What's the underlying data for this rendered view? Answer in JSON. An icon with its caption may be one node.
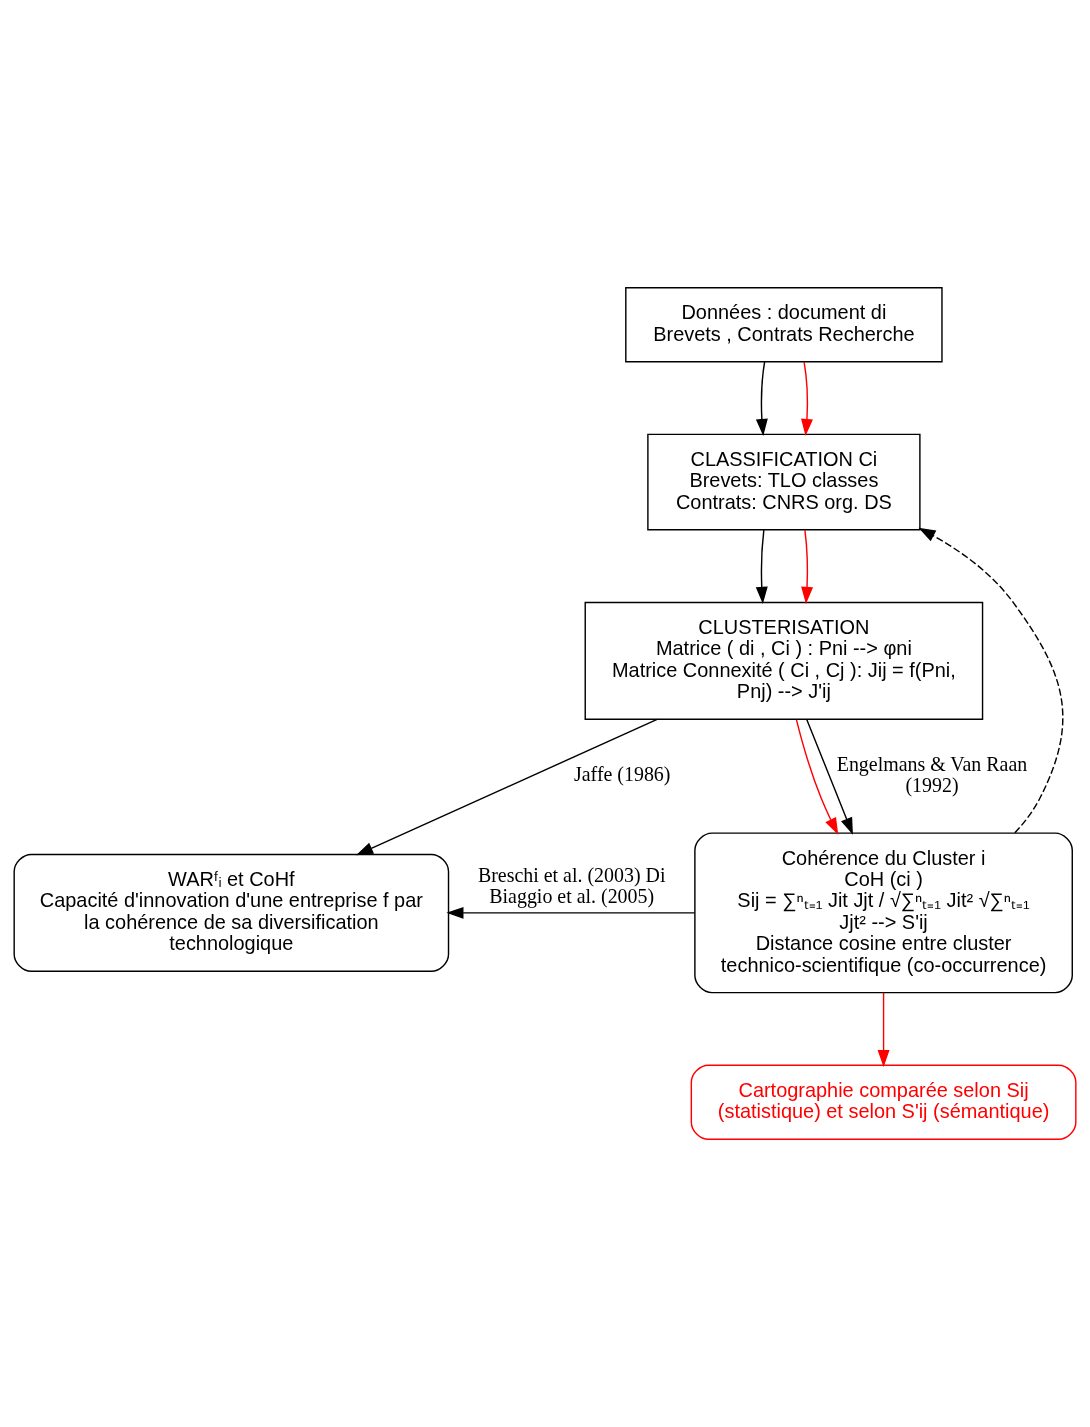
{
  "diagram": {
    "nodes": [
      {
        "text": [
          "Données : document di",
          "Brevets , Contrats Recherche"
        ]
      },
      {
        "text": [
          "CLASSIFICATION Ci",
          "Brevets: TLO classes",
          "Contrats: CNRS org. DS"
        ]
      },
      {
        "text": [
          "CLUSTERISATION",
          "Matrice ( di , Ci ) : Pni --> φni",
          "Matrice Connexité ( Ci , Cj ): Jij = f(Pni, Pnj) --> J'ij"
        ]
      },
      {
        "text": [
          "WARᶠᵢ et CoHf",
          "Capacité d'innovation d'une entreprise f par la cohérence de sa diversification technologique"
        ]
      },
      {
        "text": [
          "Cohérence du Cluster i",
          "CoH (ci )",
          "Sij = ∑ⁿₜ₌₁ Jit Jjt / √∑ⁿₜ₌₁ Jit² √∑ⁿₜ₌₁ Jjt² --> S'ij",
          "Distance cosine entre cluster technico-scientifique (co-occurrence)"
        ]
      },
      {
        "text": [
          "Cartographie comparée selon Sij (statistique) et selon S'ij (sémantique)"
        ]
      }
    ],
    "edges": [
      {
        "from": 0,
        "to": 1,
        "arrow": "to"
      },
      {
        "from": 0,
        "to": 1,
        "arrow": "to",
        "color": "#ff0000"
      },
      {
        "from": 1,
        "to": 2,
        "arrow": "to"
      },
      {
        "from": 1,
        "to": 2,
        "arrow": "to",
        "color": "#ff0000"
      },
      {
        "from": 2,
        "to": 3,
        "arrow": "to",
        "label": "Jaffe (1986)"
      },
      {
        "from": 4,
        "to": 3,
        "arrow": "to",
        "label": "Breschi et al. (2003) Di Biaggio et al. (2005)"
      },
      {
        "from": 2,
        "to": 4,
        "arrow": "to",
        "color": "#ff0000"
      },
      {
        "from": 2,
        "to": 4,
        "arrow": "to",
        "label": "Engelmans & Van Raan (1992)"
      },
      {
        "from": 4,
        "to": 1,
        "arrow": "to",
        "style": "dashed"
      },
      {
        "from": 4,
        "to": 5,
        "arrow": "to",
        "color": "#ff0000"
      }
    ]
  }
}
